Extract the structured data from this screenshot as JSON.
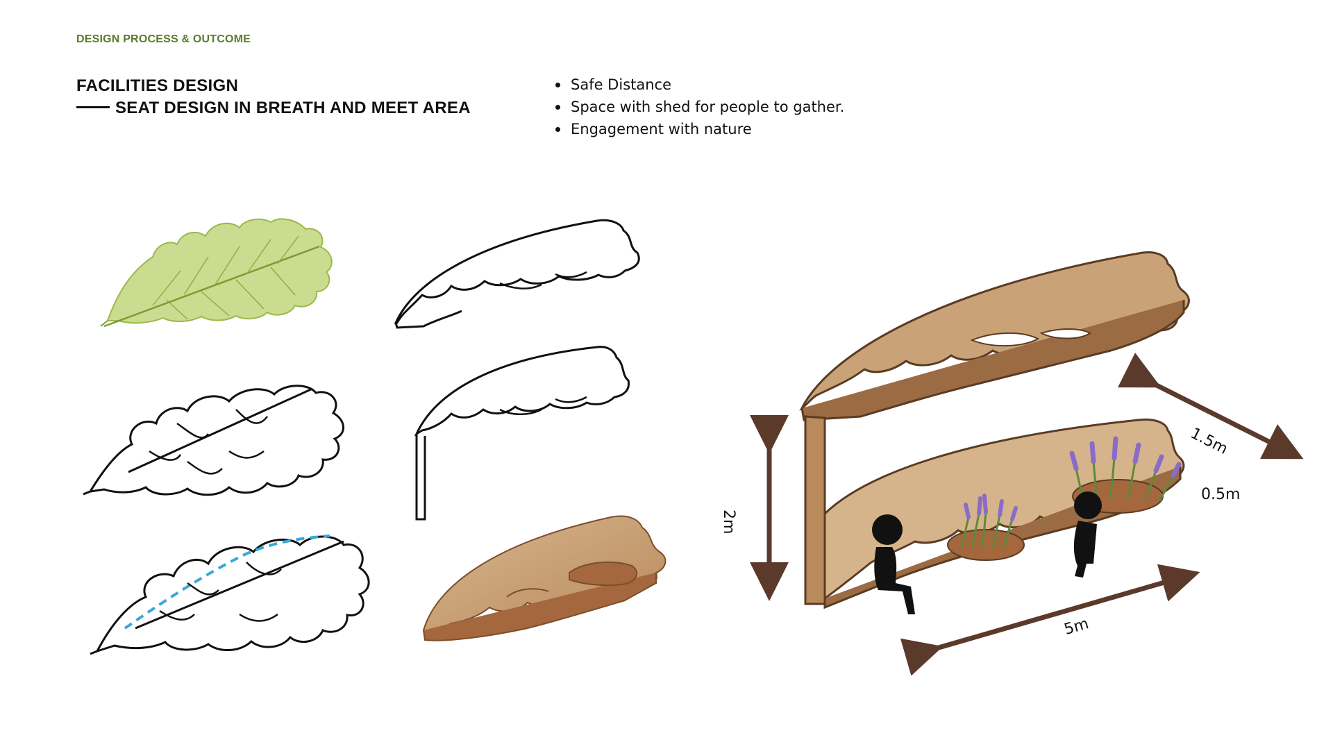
{
  "header": {
    "section": "DESIGN PROCESS & OUTCOME",
    "title_line1": "FACILITIES DESIGN",
    "title_line2": "SEAT DESIGN IN BREATH AND MEET AREA"
  },
  "bullets": [
    "Safe Distance",
    "Space with shed for people to gather.",
    "Engagement with nature"
  ],
  "dimensions": {
    "height": "2m",
    "depth": "1.5m",
    "seat_height": "0.5m",
    "length": "5m"
  },
  "colors": {
    "accent_green": "#5c7a2e",
    "leaf_green": "#9cb84a",
    "wood": "#c9a377",
    "wood_dark": "#9b6b44",
    "arrow_brown": "#5b3a2c",
    "lavender": "#8a6cc8",
    "dashed_path": "#3aa8d8"
  }
}
